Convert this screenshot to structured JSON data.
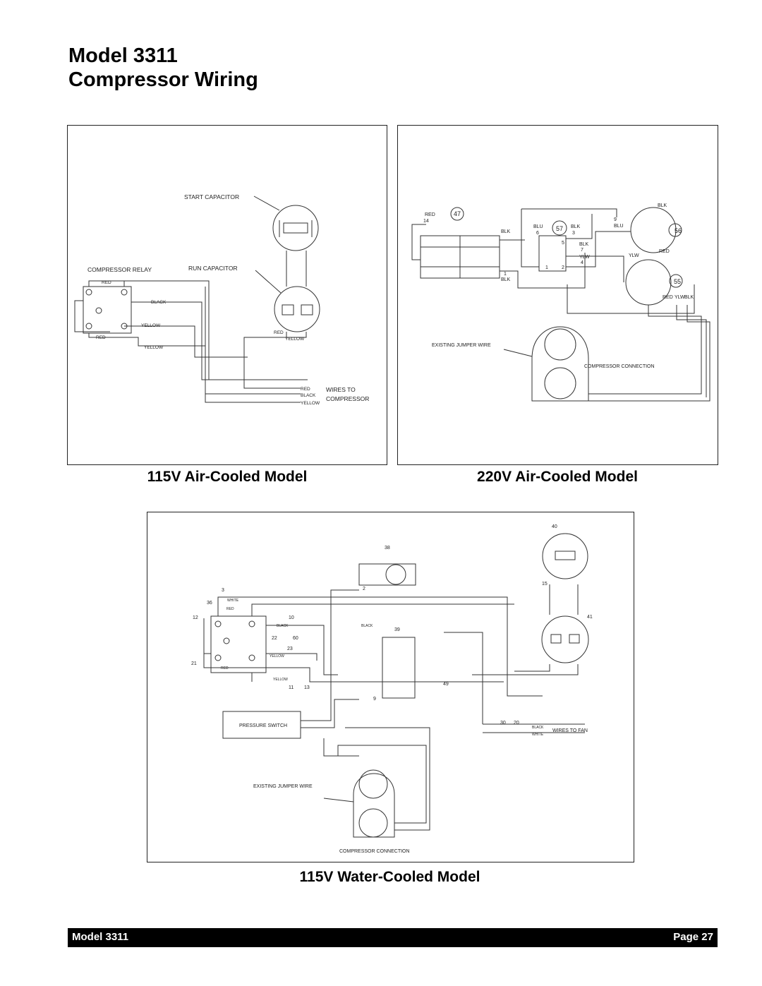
{
  "header": {
    "title_line1": "Model 3311",
    "title_line2": "Compressor Wiring"
  },
  "panels": {
    "air115": {
      "caption": "115V Air-Cooled Model",
      "labels": {
        "start_capacitor": "START CAPACITOR",
        "compressor_relay": "COMPRESSOR RELAY",
        "run_capacitor": "RUN CAPACITOR",
        "red": "RED",
        "black": "BLACK",
        "yellow": "YELLOW",
        "wires_to": "WIRES TO",
        "compressor": "COMPRESSOR"
      }
    },
    "air220": {
      "caption": "220V Air-Cooled Model",
      "labels": {
        "existing_jumper_wire": "EXISTING JUMPER WIRE",
        "compressor_connection": "COMPRESSOR CONNECTION",
        "red": "RED",
        "blk": "BLK",
        "blu": "BLU",
        "ylw": "YLW",
        "n47": "47",
        "n57": "57",
        "n56": "56",
        "n55": "55",
        "n14": "14",
        "n1": "1",
        "n2": "2",
        "n3": "3",
        "n4": "4",
        "n5": "5",
        "n6": "6",
        "n7": "7",
        "n9": "9"
      }
    },
    "water115": {
      "caption": "115V Water-Cooled Model",
      "labels": {
        "pressure_switch": "PRESSURE SWITCH",
        "existing_jumper_wire": "EXISTING JUMPER WIRE",
        "compressor_connection": "COMPRESSOR CONNECTION",
        "wires_to_fan": "WIRES TO FAN",
        "white": "WHITE",
        "black": "BLACK",
        "red": "RED",
        "yellow": "YELLOW",
        "n40": "40",
        "n38": "38",
        "n3": "3",
        "n36": "36",
        "n12": "12",
        "n2": "2",
        "n10": "10",
        "n22": "22",
        "n60": "60",
        "n23": "23",
        "n21": "21",
        "n11": "11",
        "n13": "13",
        "n39": "39",
        "n9": "9",
        "n49": "49",
        "n41": "41",
        "n30": "30",
        "n20": "20",
        "n15": "15"
      }
    }
  },
  "footer": {
    "left": "Model 3311",
    "right": "Page 27"
  }
}
